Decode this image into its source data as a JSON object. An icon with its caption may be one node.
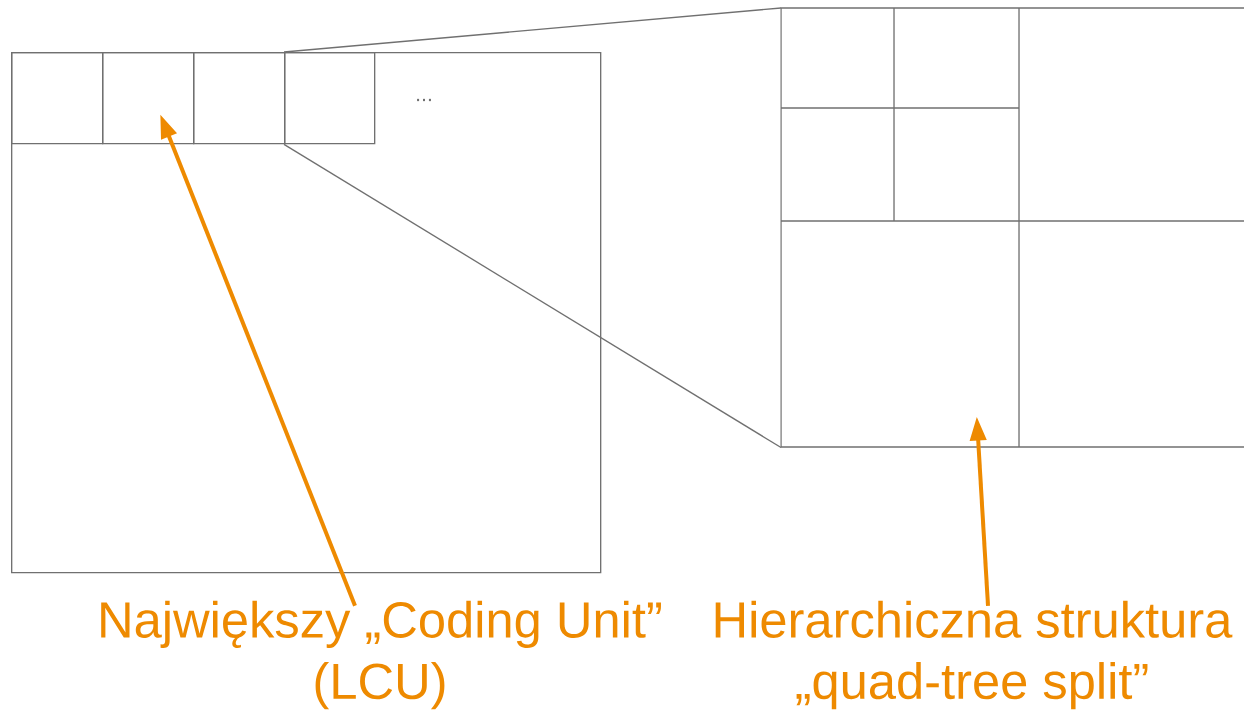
{
  "diagram": {
    "nodes": [
      {
        "text": [],
        "shape": "box"
      },
      {
        "text": [],
        "shape": "box",
        "in": 0
      },
      {
        "text": [],
        "shape": "box",
        "in": 0
      },
      {
        "text": [],
        "shape": "box",
        "in": 0
      },
      {
        "text": [],
        "shape": "box",
        "in": 0
      },
      {
        "text": [],
        "shape": "box"
      },
      {
        "text": [
          "Największy „Coding Unit” (LCU)"
        ]
      },
      {
        "text": [
          "Hierarchiczna struktura „quad-tree split”"
        ]
      }
    ],
    "edges": [
      {
        "from": 6,
        "to": 2,
        "arrow": "to",
        "style": "thick",
        "color": "#ee8a00"
      },
      {
        "from": 7,
        "to": 5,
        "arrow": "to",
        "style": "thick",
        "color": "#ee8a00"
      },
      {
        "from": 4,
        "to": 5,
        "arrow": "none",
        "color": "#707070"
      },
      {
        "from": 4,
        "to": 5,
        "arrow": "none",
        "color": "#707070"
      }
    ],
    "labels": [
      "..."
    ]
  }
}
